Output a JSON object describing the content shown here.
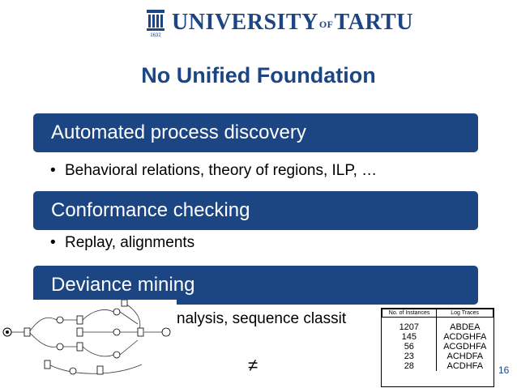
{
  "header": {
    "logo_main": "UNIVERSITY",
    "logo_of": "OF",
    "logo_end": "TARTU",
    "seal_year": "1632"
  },
  "slide": {
    "title": "No Unified Foundation",
    "sections": [
      {
        "heading": "Automated process discovery",
        "bullet": "Behavioral relations, theory of regions, ILP, …"
      },
      {
        "heading": "Conformance checking",
        "bullet": "Replay, alignments"
      },
      {
        "heading": "Deviance mining",
        "bullet": "nalysis, sequence classit"
      }
    ],
    "bullet_char": "•",
    "not_equal_symbol": "≠",
    "page_number": "16"
  },
  "log_table": {
    "headers": [
      "No. of Instances",
      "Log Traces"
    ],
    "rows": [
      [
        "1207",
        "ABDEA"
      ],
      [
        "145",
        "ACDGHFA"
      ],
      [
        "56",
        "ACGDHFA"
      ],
      [
        "23",
        "ACHDFA"
      ],
      [
        "28",
        "ACDHFA"
      ]
    ]
  },
  "colors": {
    "brand_blue": "#1c4584",
    "band_text": "#ffffff"
  }
}
